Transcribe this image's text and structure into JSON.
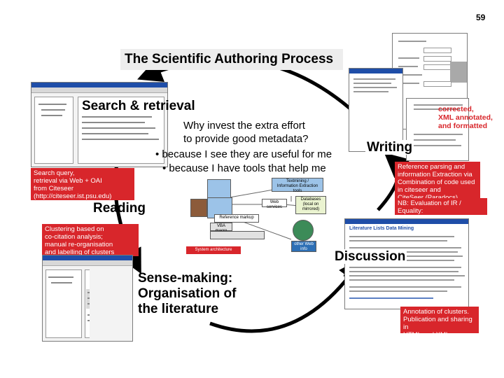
{
  "page_number": "59",
  "title": "The Scientific Authoring Process",
  "stages": {
    "search": "Search & retrieval",
    "reading": "Reading",
    "sensemaking": [
      "Sense-making:",
      "Organisation of",
      "the literature"
    ],
    "discussion": "Discussion",
    "writing": "Writing"
  },
  "question": {
    "line1": "Why invest the extra effort",
    "line2": "to provide good metadata?",
    "bullet1": "• because I see they are useful for me",
    "bullet2": "• because I have tools that help me"
  },
  "captions": {
    "search": "Search query,\nretrieval via Web + OAI\nfrom Citeseer\n(http://citeseer.ist.psu.edu)",
    "clustering": "Clustering based on\nco-citation analysis;\nmanual re-organisation\nand labelling of clusters",
    "corrected": "corrected,\nXML annotated,\nand formatted",
    "reference": "Reference parsing and\ninformation Extraction via\nCombination of code used\nin citeseer and\nCiteSeer (Paradocs)",
    "nb": "NB: Evaluation of IR / Equality:\nsee our paper in proceedings",
    "annotation": "Annotation of clusters.\nPublication and sharing in\nHTML and XML"
  },
  "center_nodes": {
    "textmining": "Textmining /\nInformation Extraction tools",
    "webservices": "Web services",
    "databases": "Databases\n(local on\nmirrored)",
    "refmarkup": "Reference markup",
    "vbamacro": "VBA macro",
    "otherwebsrc": "other Web\ninfo sources",
    "sysarch": "System architecture"
  },
  "discussion_shot": {
    "heading": "Literature Lists Data Mining"
  },
  "colors": {
    "caption_red": "#d8262b",
    "title_bg": "#ededed",
    "arrow": "#000000"
  }
}
